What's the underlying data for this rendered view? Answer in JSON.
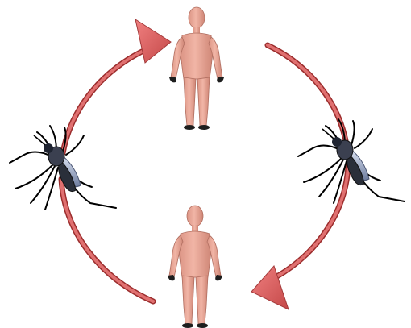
{
  "diagram": {
    "type": "transmission-cycle",
    "nodes": [
      {
        "id": "human-top",
        "kind": "human-figure"
      },
      {
        "id": "mosquito-right",
        "kind": "mosquito"
      },
      {
        "id": "human-bottom",
        "kind": "human-figure"
      },
      {
        "id": "mosquito-left",
        "kind": "mosquito"
      }
    ],
    "edges": [
      {
        "from": "mosquito-left",
        "to": "human-top",
        "direction": "clockwise"
      },
      {
        "from": "human-top",
        "to": "mosquito-right",
        "direction": "clockwise"
      },
      {
        "from": "mosquito-right",
        "to": "human-bottom",
        "direction": "clockwise"
      },
      {
        "from": "human-bottom",
        "to": "mosquito-left",
        "direction": "clockwise"
      }
    ],
    "colors": {
      "arrow": "#d95a5a",
      "arrow_edge": "#9b2d2d",
      "arrowhead": "#e05f5f",
      "skin": "#e7a394",
      "skin_shadow": "#c98173",
      "mosquito_body": "#2a2f3a",
      "mosquito_wing": "#9aa6c2",
      "mosquito_legs": "#000000"
    }
  }
}
